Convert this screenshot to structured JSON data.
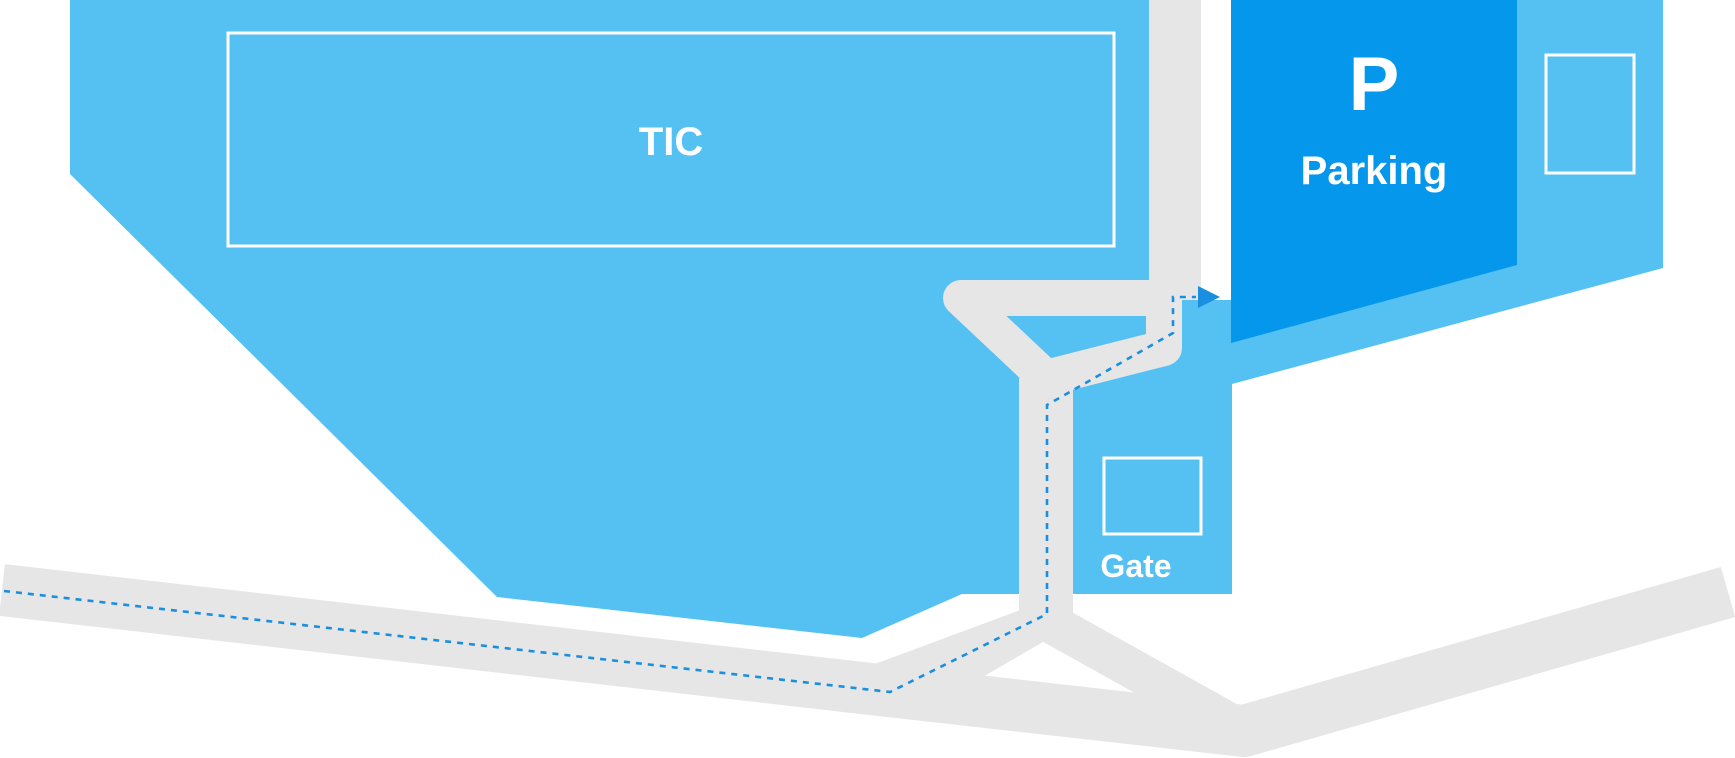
{
  "labels": {
    "building": "TIC",
    "parking_symbol": "P",
    "parking": "Parking",
    "gate": "Gate"
  },
  "colors": {
    "area": "#55c1f2",
    "parking_area": "#0497eb",
    "road": "#e6e6e6",
    "route": "#1a8fe0",
    "outline": "#ffffff",
    "background": "#ffffff"
  },
  "icons": {
    "route_end": "arrow-right-icon"
  }
}
